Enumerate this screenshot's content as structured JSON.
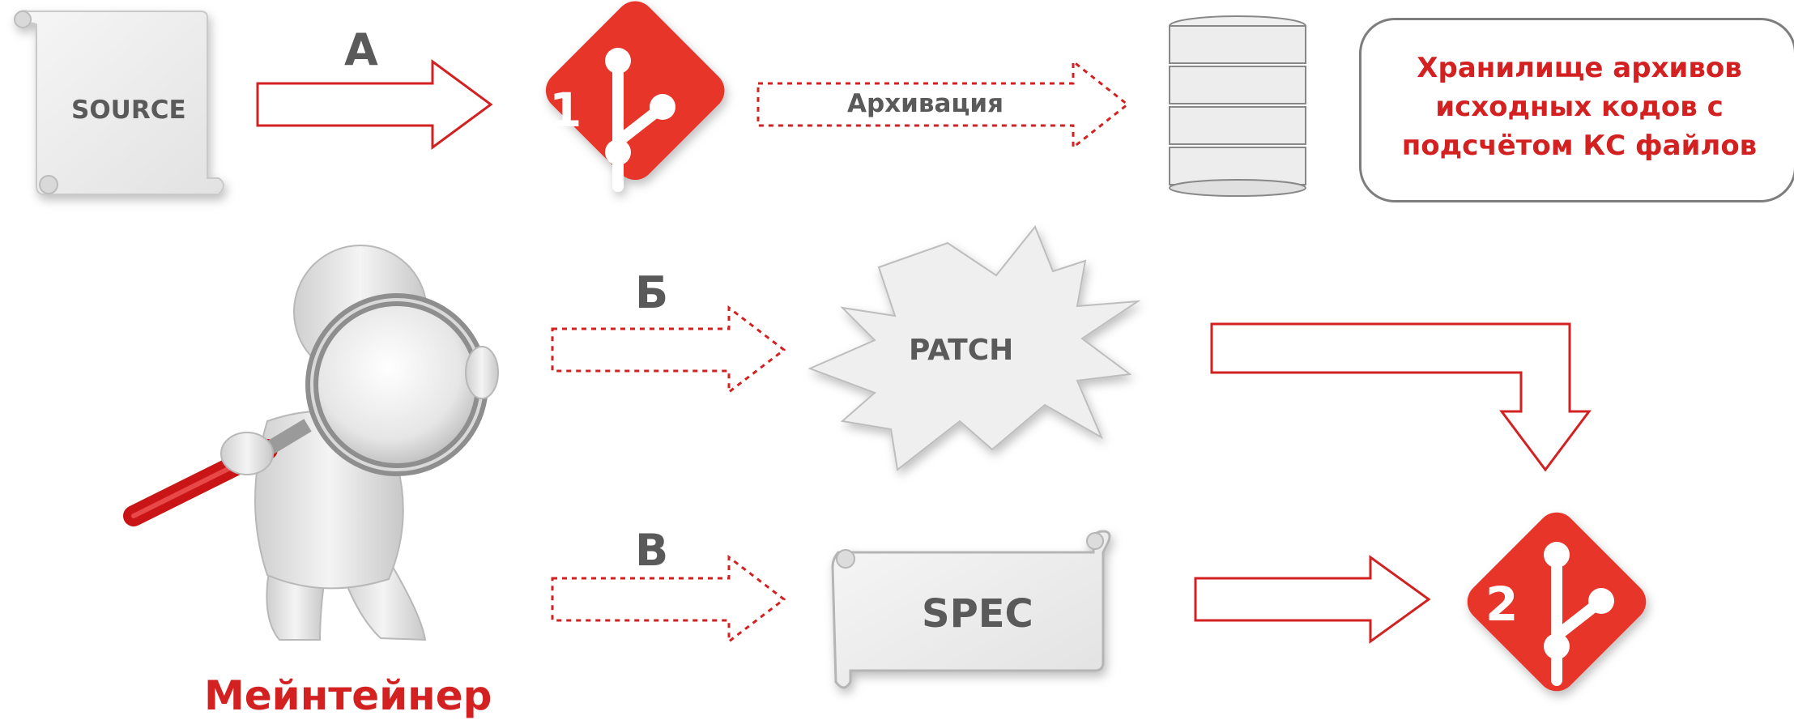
{
  "nodes": {
    "source": "SOURCE",
    "git_step_1": "1",
    "git_step_2": "2",
    "patch": "PATCH",
    "spec": "SPEC"
  },
  "arrows": {
    "a": "А",
    "b": "Б",
    "v": "В",
    "archive": "Архивация"
  },
  "storage": {
    "lines": [
      "Хранилище архивов",
      "исходных кодов с",
      "подсчётом КС файлов"
    ]
  },
  "maintainer": "Мейнтейнер",
  "colors": {
    "accent": "#d32121",
    "git_red": "#e8352a",
    "text_gray": "#5a5a5a",
    "light_gray": "#ececec"
  }
}
